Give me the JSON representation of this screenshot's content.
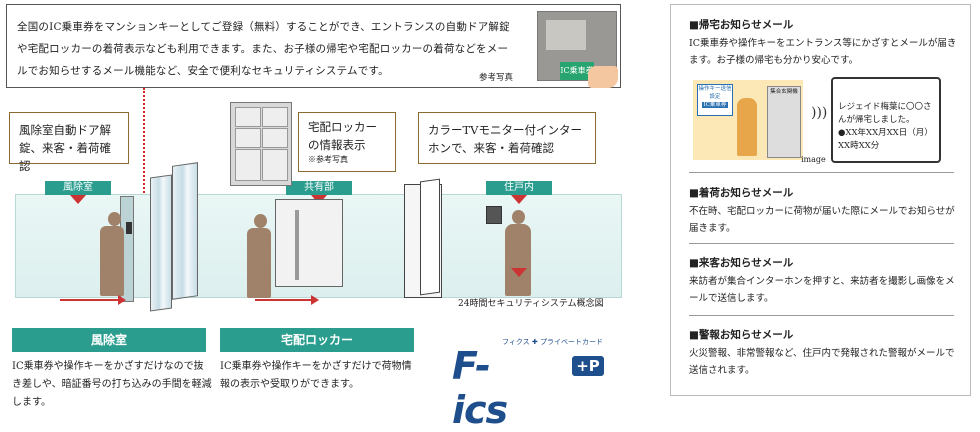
{
  "top_text": "全国のIC乗車券をマンションキーとしてご登録（無料）することができ、エントランスの自動ドア解錠や宅配ロッカーの着荷表示なども利用できます。また、お子様の帰宅や宅配ロッカーの着荷などをメールでお知らせするメール機能など、安全で便利なセキュリティシステムです。",
  "photo_caption": "参考写真",
  "photo_card": "IC乗車券",
  "callouts": {
    "fuujo": "風除室自動ドア解錠、来客・着荷確認",
    "locker": "宅配ロッカーの情報表示",
    "locker_note": "※参考写真",
    "monitor": "カラーTVモニター付インターホンで、来客・着荷確認"
  },
  "zones": {
    "fuujo": "風除室",
    "kyouyou": "共有部",
    "jyuko": "住戸内"
  },
  "diagram_caption": "24時間セキュリティシステム概念図",
  "sections": [
    {
      "title": "風除室",
      "text": "IC乗車券や操作キーをかざすだけなので抜き差しや、暗証番号の打ち込みの手間を軽減します。"
    },
    {
      "title": "宅配ロッカー",
      "text": "IC乗車券や操作キーをかざすだけで荷物情報の表示や受取りができます。"
    }
  ],
  "logo": {
    "subtitle": "フィクス ✚ プライベートカード",
    "main": "F-ics",
    "plus": "+P"
  },
  "right": {
    "items": [
      {
        "title": "■帰宅お知らせメール",
        "text": "IC乗車券や操作キーをエントランス等にかざすとメールが届きます。お子様の帰宅も分かり安心です。"
      },
      {
        "title": "■着荷お知らせメール",
        "text": "不在時、宅配ロッカーに荷物が届いた際にメールでお知らせが届きます。"
      },
      {
        "title": "■来客お知らせメール",
        "text": "来訪者が集合インターホンを押すと、来訪者を撮影し画像をメールで送信します。"
      },
      {
        "title": "■警報お知らせメール",
        "text": "火災警報、非常警報など、住戸内で発報された警報がメールで送信されます。"
      }
    ],
    "image_label": "image",
    "panel_labels": {
      "key": "操作キー送信設定",
      "ic": "IC乗車券",
      "entrance": "集合玄関機"
    },
    "mail_text": "レジェイド梅葉に〇〇さんが帰宅しました。",
    "mail_time": "●XX年XX月XX日（月） XX時XX分"
  },
  "colors": {
    "teal": "#2a9d8f",
    "red": "#c33",
    "frame": "#8b6b2f"
  }
}
